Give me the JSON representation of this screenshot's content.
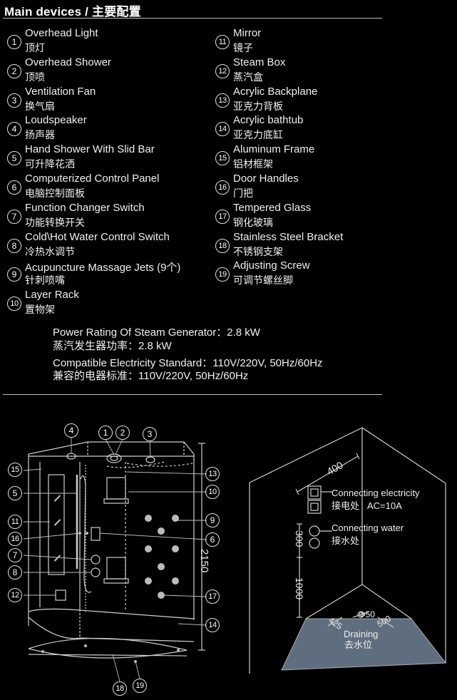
{
  "header": {
    "title": "Main devices / 主要配置"
  },
  "devices_left": [
    {
      "num": "1",
      "en": "Overhead Light",
      "zh": "顶灯"
    },
    {
      "num": "2",
      "en": "Overhead Shower",
      "zh": "顶喷"
    },
    {
      "num": "3",
      "en": "Ventilation Fan",
      "zh": "换气扇"
    },
    {
      "num": "4",
      "en": "Loudspeaker",
      "zh": "扬声器"
    },
    {
      "num": "5",
      "en": "Hand Shower With Slid Bar",
      "zh": "可升降花洒"
    },
    {
      "num": "6",
      "en": "Computerized Control Panel",
      "zh": "电脑控制面板"
    },
    {
      "num": "7",
      "en": "Function Changer Switch",
      "zh": "功能转换开关"
    },
    {
      "num": "8",
      "en": "Cold\\Hot Water Control Switch",
      "zh": "冷热水调节"
    },
    {
      "num": "9",
      "en": "Acupuncture Massage Jets (9个)",
      "zh": "针刺喷嘴"
    },
    {
      "num": "10",
      "en": "Layer Rack",
      "zh": "置物架"
    }
  ],
  "devices_right": [
    {
      "num": "11",
      "en": "Mirror",
      "zh": "镜子"
    },
    {
      "num": "12",
      "en": "Steam Box",
      "zh": "蒸汽盒"
    },
    {
      "num": "13",
      "en": "Acrylic Backplane",
      "zh": "亚克力背板"
    },
    {
      "num": "14",
      "en": "Acrylic bathtub",
      "zh": "亚克力底缸"
    },
    {
      "num": "15",
      "en": "Aluminum Frame",
      "zh": "铝材框架"
    },
    {
      "num": "16",
      "en": "Door Handles",
      "zh": "门把"
    },
    {
      "num": "17",
      "en": "Tempered Glass",
      "zh": "钢化玻璃"
    },
    {
      "num": "18",
      "en": "Stainless Steel Bracket",
      "zh": "不锈钢支架"
    },
    {
      "num": "19",
      "en": "Adjusting Screw",
      "zh": "可调节螺丝脚"
    }
  ],
  "specs": {
    "power_en": "Power Rating Of Steam Generator：2.8 kW",
    "power_zh": "蒸汽发生器功率：2.8 kW",
    "electric_en": "Compatible Electricity Standard：110V/220V, 50Hz/60Hz",
    "electric_zh": "兼容的电器标准：110V/220V, 50Hz/60Hz"
  },
  "diagram_left": {
    "height_label": "2150",
    "callouts": [
      "1",
      "2",
      "3",
      "4",
      "5",
      "6",
      "7",
      "8",
      "9",
      "10",
      "11",
      "12",
      "13",
      "14",
      "15",
      "16",
      "17",
      "18",
      "19"
    ]
  },
  "diagram_right": {
    "dim_width": "400",
    "dim_mid": "300",
    "dim_low": "1000",
    "elec_en": "Connecting electricity",
    "elec_zh": "接电处",
    "elec_spec": "AC=10A",
    "water_en": "Connecting water",
    "water_zh": "接水处",
    "drain_size": "Φ50",
    "drain_left": "425",
    "drain_right": "500",
    "drain_en": "Draining",
    "drain_zh": "去水位"
  }
}
